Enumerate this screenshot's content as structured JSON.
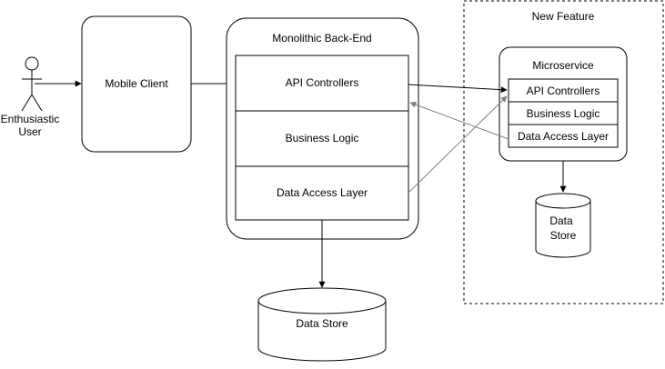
{
  "actor": {
    "label_line1": "Enthusiastic",
    "label_line2": "User"
  },
  "mobile_client": {
    "label": "Mobile Client"
  },
  "monolith": {
    "title": "Monolithic Back-End",
    "layers": [
      "API Controllers",
      "Business Logic",
      "Data Access Layer"
    ]
  },
  "monolith_store": {
    "label": "Data Store"
  },
  "new_feature": {
    "title": "New Feature",
    "microservice": {
      "title": "Microservice",
      "layers": [
        "API Controllers",
        "Business Logic",
        "Data Access Layer"
      ]
    },
    "store": {
      "label_line1": "Data",
      "label_line2": "Store"
    }
  },
  "colors": {
    "stroke": "#000000",
    "muted_arrow": "#808080",
    "background": "#ffffff"
  }
}
